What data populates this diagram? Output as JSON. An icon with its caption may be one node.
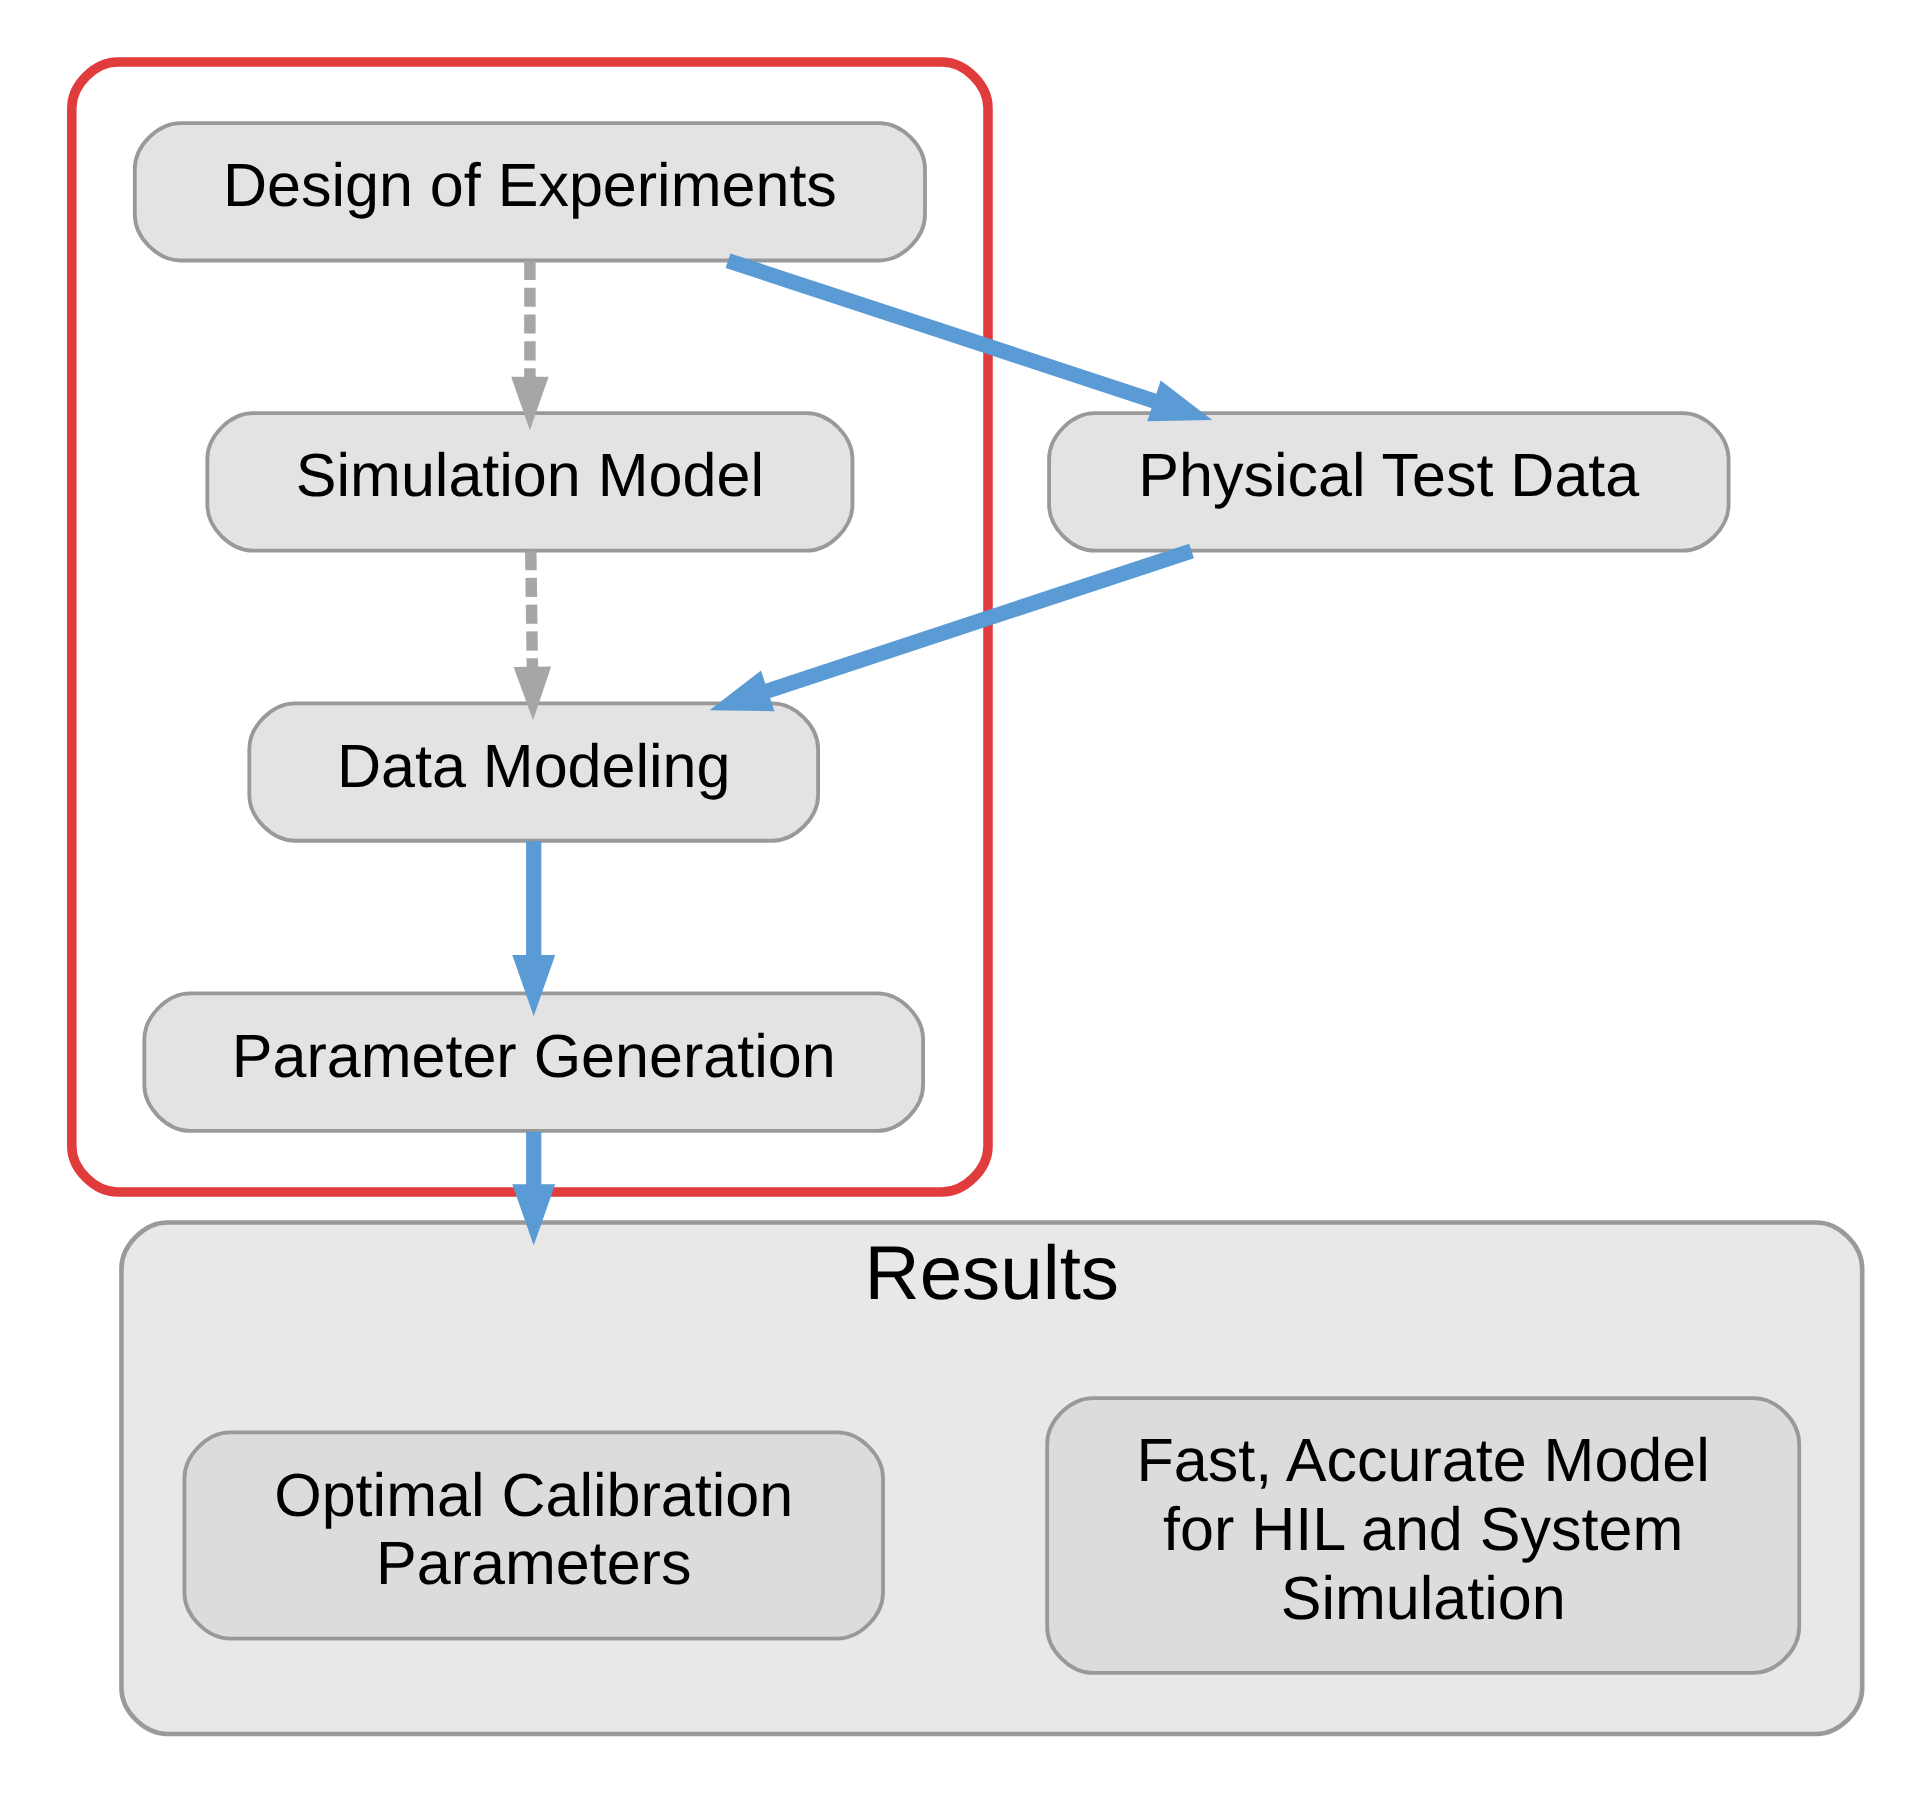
{
  "diagram": {
    "nodes": [
      {
        "text": [],
        "shape": "box"
      },
      {
        "text": [
          "Design of Experiments"
        ],
        "in": 0
      },
      {
        "text": [
          "Simulation Model"
        ],
        "in": 0
      },
      {
        "text": [
          "Physical Test Data"
        ]
      },
      {
        "text": [
          "Data Modeling"
        ],
        "in": 0
      },
      {
        "text": [
          "Parameter Generation"
        ],
        "in": 0
      },
      {
        "text": [
          "Results"
        ]
      },
      {
        "text": [
          "Optimal Calibration Parameters"
        ],
        "in": 6
      },
      {
        "text": [
          "Fast, Accurate Model for HIL and System Simulation"
        ],
        "in": 6
      }
    ],
    "edges": [
      {
        "from": 1,
        "to": 2,
        "arrow": "to",
        "style": "dashed",
        "color": "#a6a6a6"
      },
      {
        "from": 1,
        "to": 3,
        "arrow": "to"
      },
      {
        "from": 2,
        "to": 4,
        "arrow": "to",
        "style": "dashed",
        "color": "#a6a6a6"
      },
      {
        "from": 3,
        "to": 4,
        "arrow": "to"
      },
      {
        "from": 4,
        "to": 5,
        "arrow": "to"
      },
      {
        "from": 5,
        "to": 6,
        "arrow": "to"
      }
    ]
  }
}
